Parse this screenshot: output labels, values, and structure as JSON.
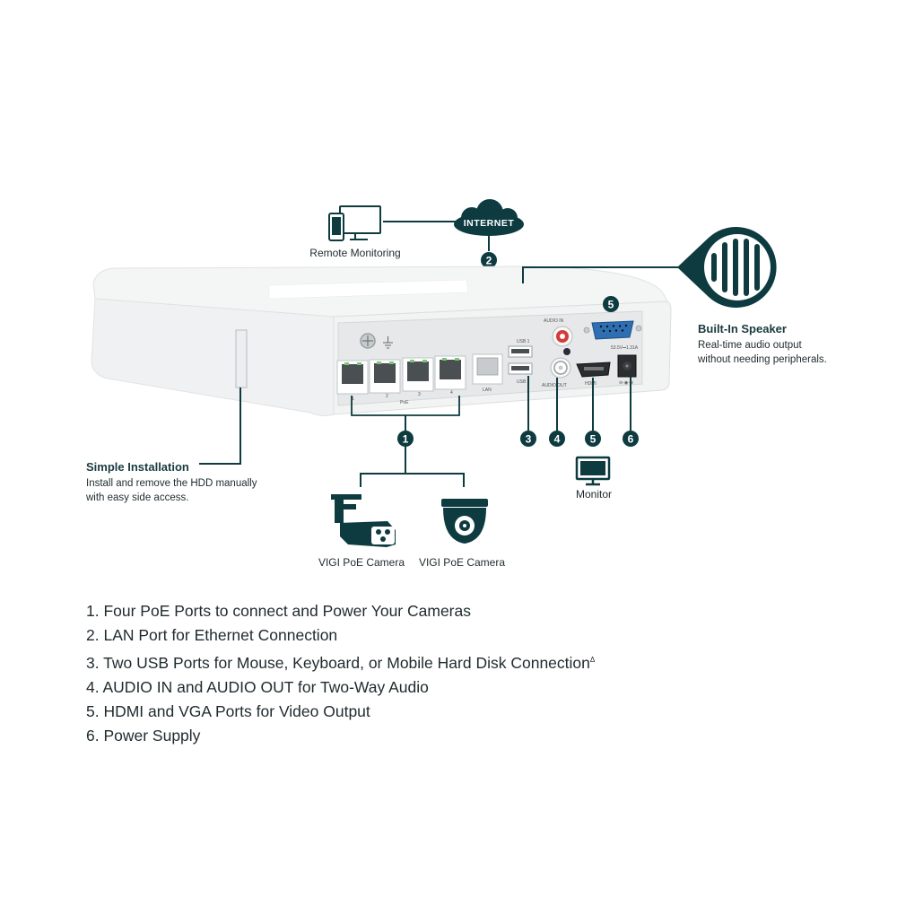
{
  "colors": {
    "teal": "#0d3b40",
    "device": "#f3f4f4",
    "panel": "#e7e9ea",
    "port_green": "#7cc576"
  },
  "icons": [
    "computer-phone-icon",
    "cloud-icon",
    "speaker-grille-icon",
    "monitor-icon",
    "bullet-camera-icon",
    "dome-camera-icon"
  ],
  "remote_monitoring": "Remote Monitoring",
  "internet": "INTERNET",
  "monitor_label": "Monitor",
  "camera1_label": "VIGI PoE Camera",
  "camera2_label": "VIGI PoE Camera",
  "speaker": {
    "title": "Built-In Speaker",
    "desc_line1": "Real-time audio output",
    "desc_line2": "without needing peripherals."
  },
  "installation": {
    "title": "Simple Installation",
    "desc_line1": "Install and remove the HDD manually",
    "desc_line2": "with easy side access."
  },
  "badges": {
    "b1": "1",
    "b2": "2",
    "b3": "3",
    "b4": "4",
    "b5": "5",
    "b5top": "5",
    "b6": "6"
  },
  "device_marks": {
    "poe": "PoE",
    "p1": "1",
    "p2": "2",
    "p3": "3",
    "p4": "4",
    "lan": "LAN",
    "usb1": "USB 1",
    "usb2": "USB 2",
    "audio_in": "AUDIO IN",
    "audio_out": "AUDIO OUT",
    "hdmi": "HDMI",
    "power_rating": "53.5V⎓1.31A",
    "dc": "⊖-◉-⊕"
  },
  "features": [
    {
      "text": "1. Four PoE Ports to connect and Power Your Cameras",
      "sup": ""
    },
    {
      "text": "2. LAN Port for Ethernet Connection",
      "sup": ""
    },
    {
      "text": "3. Two USB Ports for Mouse, Keyboard, or Mobile Hard Disk Connection",
      "sup": "Δ"
    },
    {
      "text": "4. AUDIO IN and AUDIO OUT for Two-Way Audio",
      "sup": ""
    },
    {
      "text": "5. HDMI and VGA Ports for Video Output",
      "sup": ""
    },
    {
      "text": "6. Power Supply",
      "sup": ""
    }
  ]
}
